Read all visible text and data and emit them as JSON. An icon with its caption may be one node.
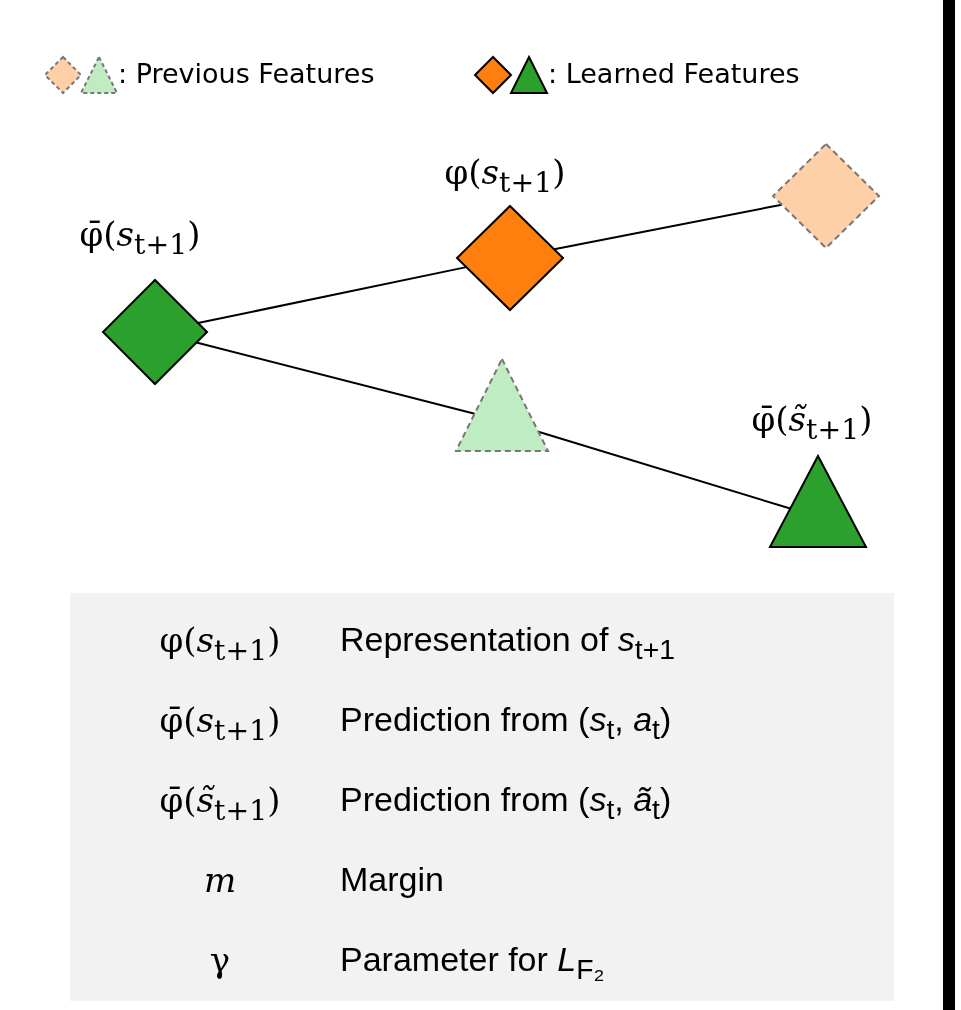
{
  "diagram": {
    "nodes": [
      {
        "text": [],
        "shape": "diamond",
        "beside": [
          "φ̄(*s*$_{t+1}$)"
        ]
      },
      {
        "text": [],
        "shape": "diamond",
        "beside": [
          "φ(*s*$_{t+1}$)"
        ]
      },
      {
        "text": [],
        "shape": "diamond"
      },
      {
        "text": [],
        "shape": "triangle"
      },
      {
        "text": [],
        "shape": "triangle",
        "beside": [
          "φ̄(*s̃*$_{t+1}$)"
        ]
      }
    ],
    "edges": [
      {
        "from": 0,
        "to": 1,
        "arrow": "none"
      },
      {
        "from": 1,
        "to": 2,
        "arrow": "none"
      },
      {
        "from": 0,
        "to": 3,
        "arrow": "none"
      },
      {
        "from": 3,
        "to": 4,
        "arrow": "none"
      }
    ],
    "labels": [
      "φ(*s*$_{t+1}$)",
      "Representation of *s*$_{t+1}$",
      "φ̄(*s*$_{t+1}$)",
      "Prediction from (*s*$_{t}$, *a*$_{t}$)",
      "φ̄(*s̃*$_{t+1}$)",
      "Prediction from (*s*$_{t}$, *ã*$_{t}$)",
      "*m*",
      "Margin",
      "γ",
      "Parameter for *L*$_{F₂}$"
    ],
    "legend": [
      {
        "text": ": Previous Features"
      },
      {
        "text": ": Learned Features"
      }
    ]
  }
}
